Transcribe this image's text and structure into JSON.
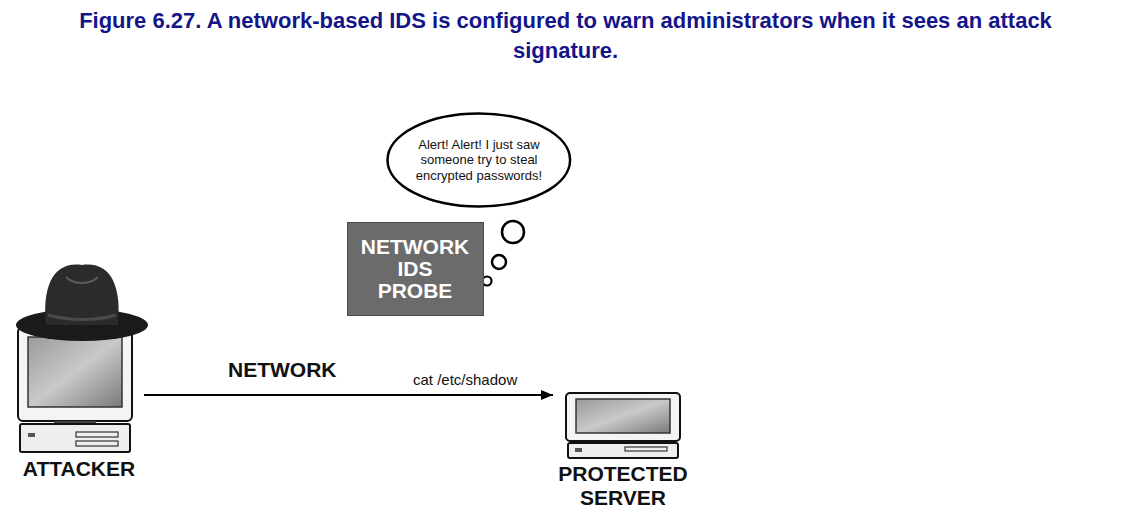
{
  "diagram": {
    "title": "Figure 6.27. A network-based IDS is configured to warn administrators when it sees an attack signature.",
    "nodes": [
      {
        "text": [
          "Alert! Alert! I just saw someone try to steal encrypted passwords!"
        ]
      },
      {
        "text": [
          "NETWORK IDS PROBE"
        ]
      },
      {
        "text": [
          "ATTACKER"
        ]
      },
      {
        "text": [
          "NETWORK"
        ]
      },
      {
        "text": [
          "PROTECTED SERVER"
        ]
      }
    ],
    "edges": [
      {
        "from": 2,
        "to": 4,
        "label": "cat /etc/shadow",
        "arrow": "to"
      }
    ]
  }
}
